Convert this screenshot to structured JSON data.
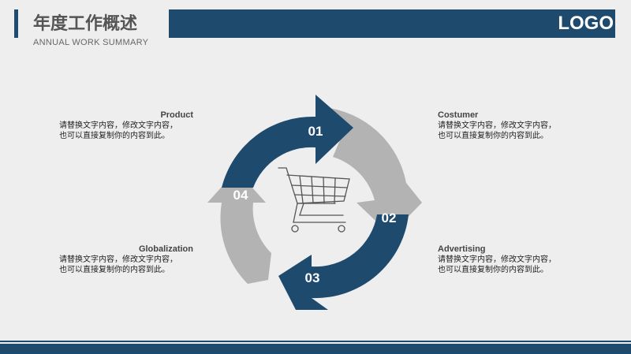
{
  "header": {
    "title": "年度工作概述",
    "subtitle": "ANNUAL  WORK SUMMARY",
    "logo": "LOGO"
  },
  "diagram": {
    "steps": [
      {
        "number": "01",
        "color": "#1e4a6e"
      },
      {
        "number": "02",
        "color": "#b3b3b3"
      },
      {
        "number": "03",
        "color": "#1e4a6e"
      },
      {
        "number": "04",
        "color": "#b3b3b3"
      }
    ],
    "center_icon": "shopping-cart-icon"
  },
  "blocks": {
    "product": {
      "heading": "Product",
      "line1": "请替换文字内容，修改文字内容，",
      "line2": "也可以直接复制你的内容到此。"
    },
    "costumer": {
      "heading": "Costumer",
      "line1": "请替换文字内容，修改文字内容，",
      "line2": "也可以直接复制你的内容到此。"
    },
    "globalization": {
      "heading": "Globalization",
      "line1": "请替换文字内容，修改文字内容，",
      "line2": "也可以直接复制你的内容到此。"
    },
    "advertising": {
      "heading": "Advertising",
      "line1": "请替换文字内容，修改文字内容，",
      "line2": "也可以直接复制你的内容到此。"
    }
  },
  "colors": {
    "primary": "#1e4a6e",
    "secondary": "#b3b3b3",
    "background": "#eeeeee"
  }
}
